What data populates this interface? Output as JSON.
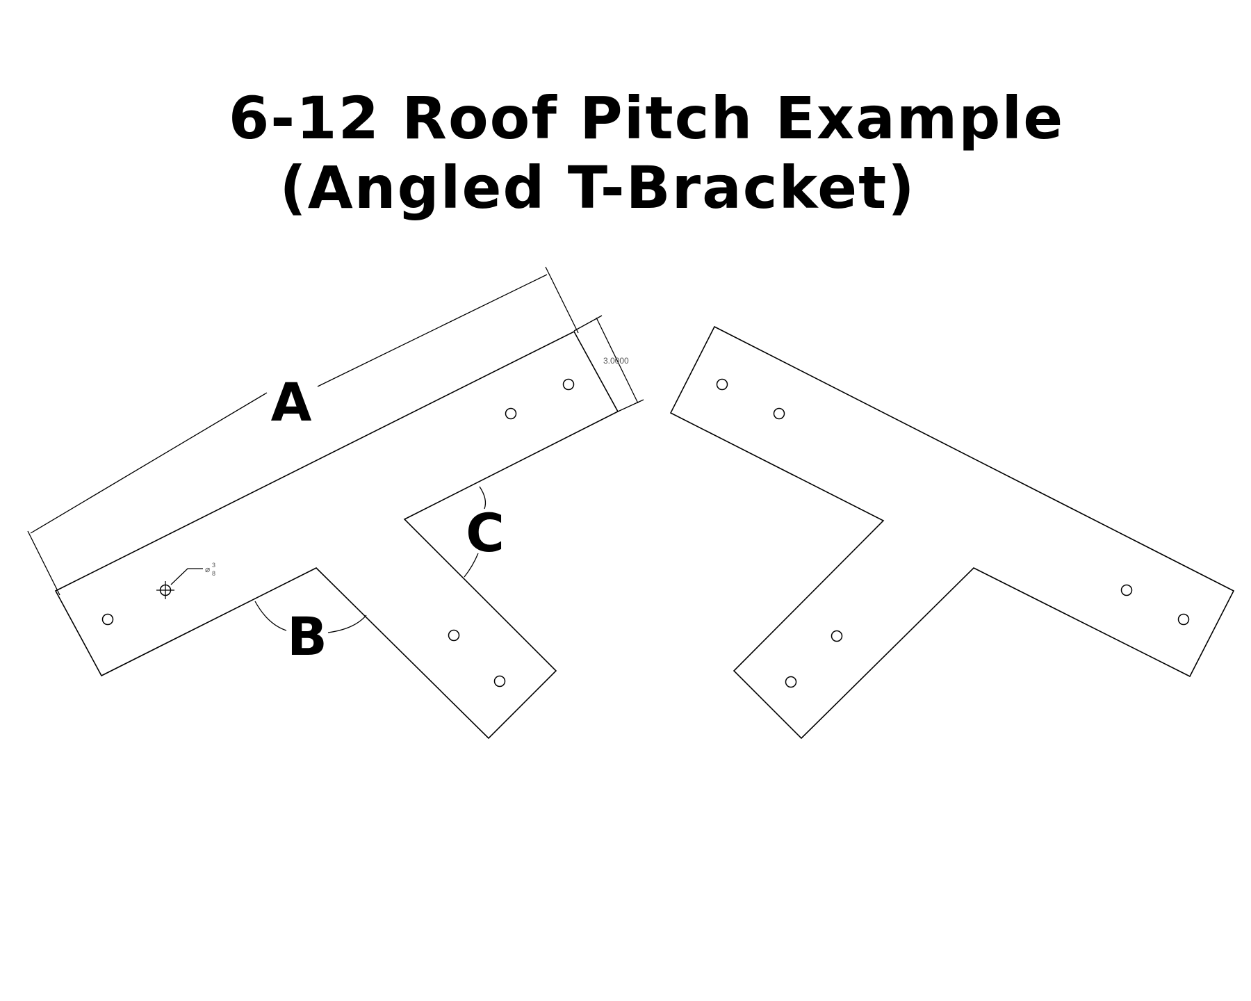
{
  "title": {
    "line1": "6-12 Roof Pitch Example",
    "line2": "(Angled T-Bracket)"
  },
  "labels": {
    "a": "A",
    "b": "B",
    "c": "C"
  },
  "dimensions": {
    "width_value": "3.0000",
    "hole_symbol": "⌀",
    "hole_numerator": "3",
    "hole_denominator": "8"
  },
  "colors": {
    "line": "#000000",
    "background": "#ffffff",
    "dimension_text": "#555555"
  }
}
